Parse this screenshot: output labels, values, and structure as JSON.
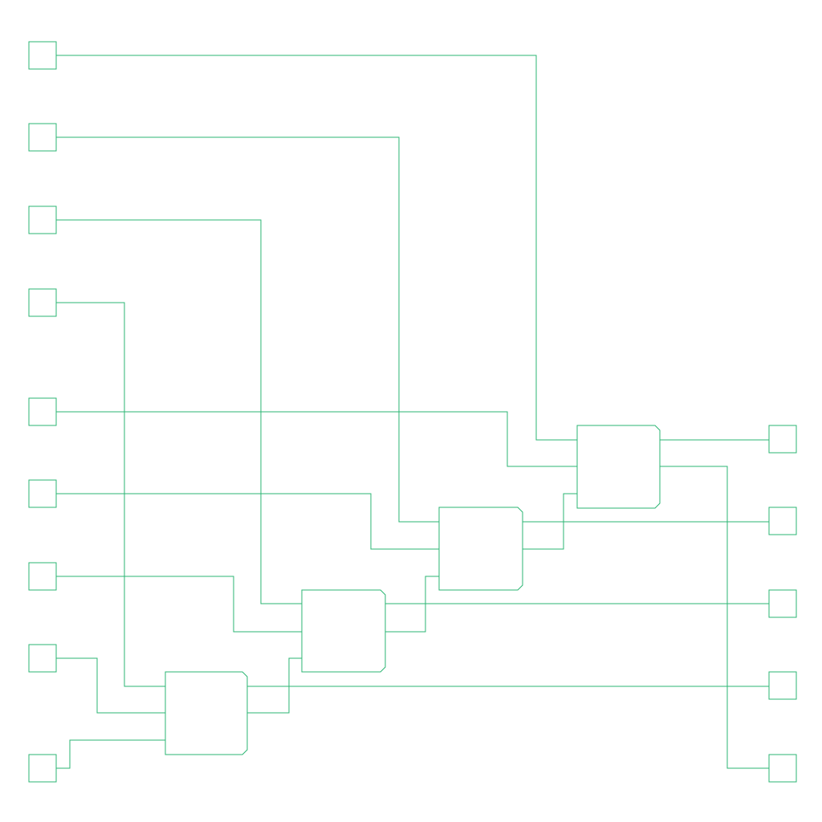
{
  "diagram": {
    "type": "ripple-carry adder gate-level schematic",
    "stroke_color": "#2bb673",
    "background_color": "#ffffff",
    "input_ports_count": 9,
    "output_ports_count": 5,
    "adder_blocks_count": 4
  }
}
